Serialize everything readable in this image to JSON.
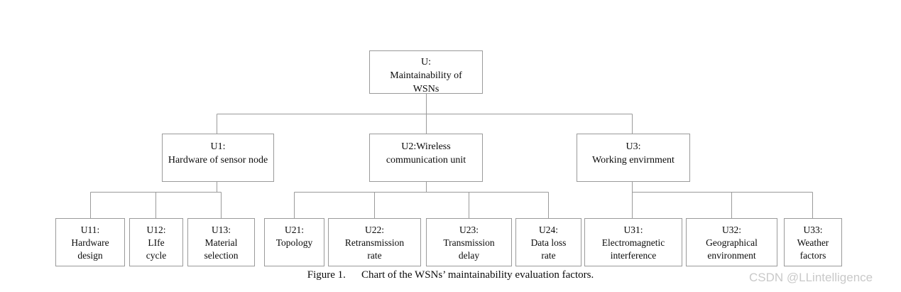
{
  "figure": {
    "caption_label": "Figure 1.",
    "caption_text": "Chart of the WSNs’ maintainability evaluation factors.",
    "watermark": "CSDN @LLintelligence",
    "border_color": "#9a9a9a",
    "text_color": "#0a0a0a",
    "background_color": "#ffffff",
    "watermark_color": "#c9c9c9"
  },
  "chart_data": {
    "type": "diagram",
    "subtype": "hierarchy-tree",
    "title": "Chart of the WSNs’ maintainability evaluation factors.",
    "levels": 3,
    "root": {
      "id": "U",
      "lines": [
        "U:",
        "Maintainability of",
        "WSNs"
      ]
    },
    "level2": [
      {
        "id": "U1",
        "lines": [
          "U1:",
          "Hardware of sensor node"
        ]
      },
      {
        "id": "U2",
        "lines": [
          "U2:Wireless",
          "communication unit"
        ]
      },
      {
        "id": "U3",
        "lines": [
          "U3:",
          "Working envirnment"
        ]
      }
    ],
    "level3": [
      {
        "id": "U11",
        "parent": "U1",
        "lines": [
          "U11:",
          "Hardware",
          "design"
        ]
      },
      {
        "id": "U12",
        "parent": "U1",
        "lines": [
          "U12:",
          "LIfe",
          "cycle"
        ]
      },
      {
        "id": "U13",
        "parent": "U1",
        "lines": [
          "U13:",
          "Material",
          "selection"
        ]
      },
      {
        "id": "U21",
        "parent": "U2",
        "lines": [
          "U21:",
          "Topology"
        ]
      },
      {
        "id": "U22",
        "parent": "U2",
        "lines": [
          "U22:",
          "Retransmission",
          "rate"
        ]
      },
      {
        "id": "U23",
        "parent": "U2",
        "lines": [
          "U23:",
          "Transmission",
          "delay"
        ]
      },
      {
        "id": "U24",
        "parent": "U2",
        "lines": [
          "U24:",
          "Data loss",
          "rate"
        ]
      },
      {
        "id": "U31",
        "parent": "U3",
        "lines": [
          "U31:",
          "Electromagnetic",
          "interference"
        ]
      },
      {
        "id": "U32",
        "parent": "U3",
        "lines": [
          "U32:",
          "Geographical",
          "environment"
        ]
      },
      {
        "id": "U33",
        "parent": "U3",
        "lines": [
          "U33:",
          "Weather",
          "factors"
        ]
      }
    ]
  }
}
